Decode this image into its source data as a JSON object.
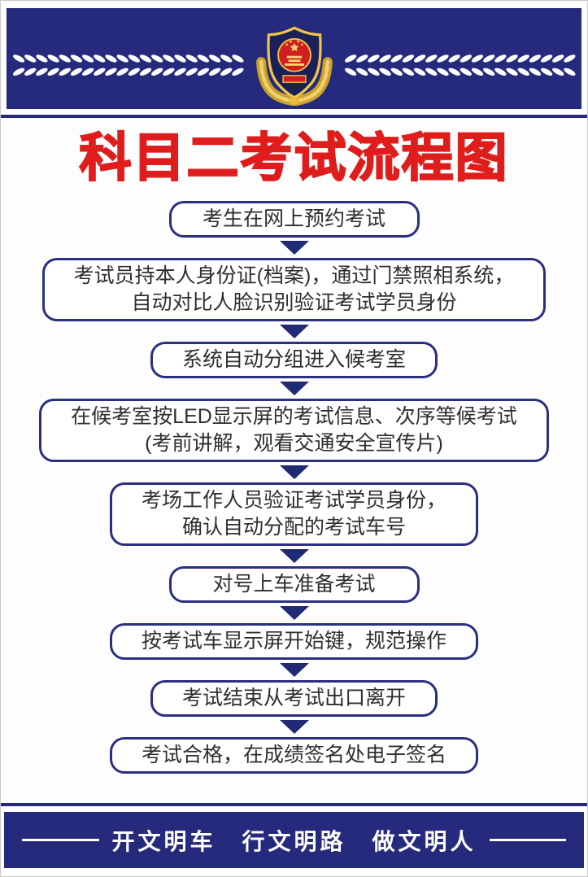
{
  "poster": {
    "title": "科目二考试流程图",
    "colors": {
      "navy": "#262a7c",
      "red": "#df1d1c",
      "white": "#ffffff",
      "badge_gold": "#e8bc42",
      "badge_shield": "#1b2158",
      "badge_red": "#d01f1f"
    }
  },
  "header": {
    "emblem": "chinese-police-badge",
    "decor_left": "white-leaf-chevrons-pointing-right",
    "decor_right": "white-leaf-chevrons-pointing-left"
  },
  "icons": {
    "down_arrow": "▼"
  },
  "flow": {
    "steps": [
      {
        "lines": [
          "考生在网上预约考试"
        ]
      },
      {
        "lines": [
          "考试员持本人身份证(档案)，通过门禁照相系统，",
          "自动对比人脸识别验证考试学员身份"
        ]
      },
      {
        "lines": [
          "系统自动分组进入候考室"
        ]
      },
      {
        "lines": [
          "在候考室按LED显示屏的考试信息、次序等候考试",
          "(考前讲解，观看交通安全宣传片)"
        ]
      },
      {
        "lines": [
          "考场工作人员验证考试学员身份，",
          "确认自动分配的考试车号"
        ]
      },
      {
        "lines": [
          "对号上车准备考试"
        ]
      },
      {
        "lines": [
          "按考试车显示屏开始键，规范操作"
        ]
      },
      {
        "lines": [
          "考试结束从考试出口离开"
        ]
      },
      {
        "lines": [
          "考试合格，在成绩签名处电子签名"
        ]
      }
    ]
  },
  "footer": {
    "slogan": "开文明车　行文明路　做文明人"
  }
}
